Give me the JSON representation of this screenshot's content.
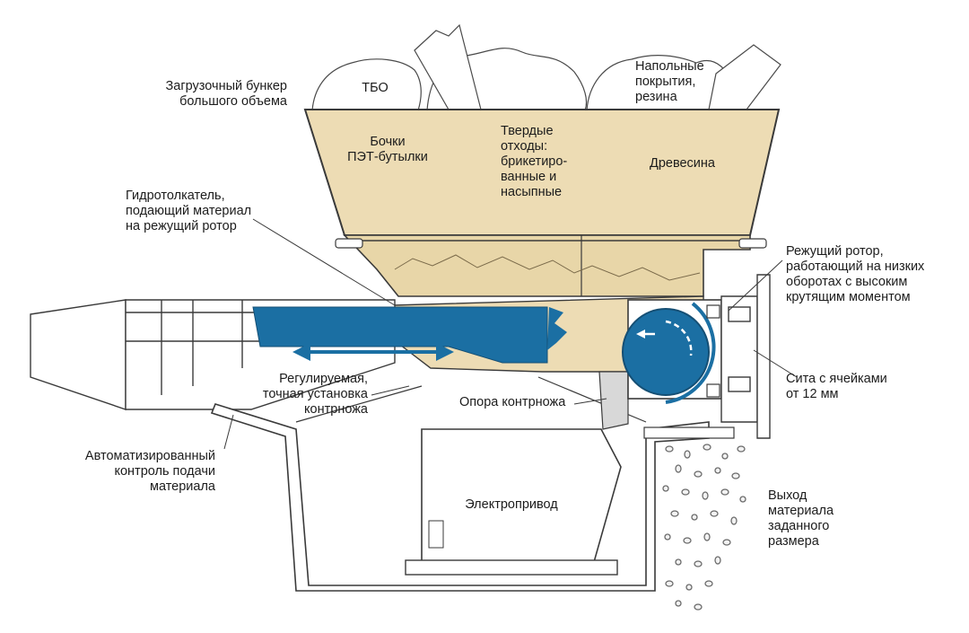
{
  "labels": {
    "tbo": "ТБО",
    "floor": "Напольные\nпокрытия,\nрезина",
    "hopper": "Загрузочный бункер\nбольшого объема",
    "barrels": "Бочки\nПЭТ-бутылки",
    "solid": "Твердые\nотходы:\nбрикетиро-\nванные и\nнасыпные",
    "wood": "Древесина",
    "ram": "Гидротолкатель,\nподающий материал\nна режущий ротор",
    "rotor": "Режущий ротор,\nработающий на низких\nоборотах с высоким\nкрутящим моментом",
    "screen": "Сита с ячейками\nот 12 мм",
    "adjust": "Регулируемая,\nточная установка\nконтрножа",
    "counterknife": "Опора контрножа",
    "autofeed": "Автоматизированный\nконтроль подачи\nматериала",
    "drive": "Электропривод",
    "output": "Выход\nматериала\nзаданного\nразмера"
  },
  "colors": {
    "hopper_fill": "#eddcb4",
    "ram_blue": "#1b6fa3",
    "line": "#3a3a3a",
    "label_text": "#1c1c1c"
  }
}
